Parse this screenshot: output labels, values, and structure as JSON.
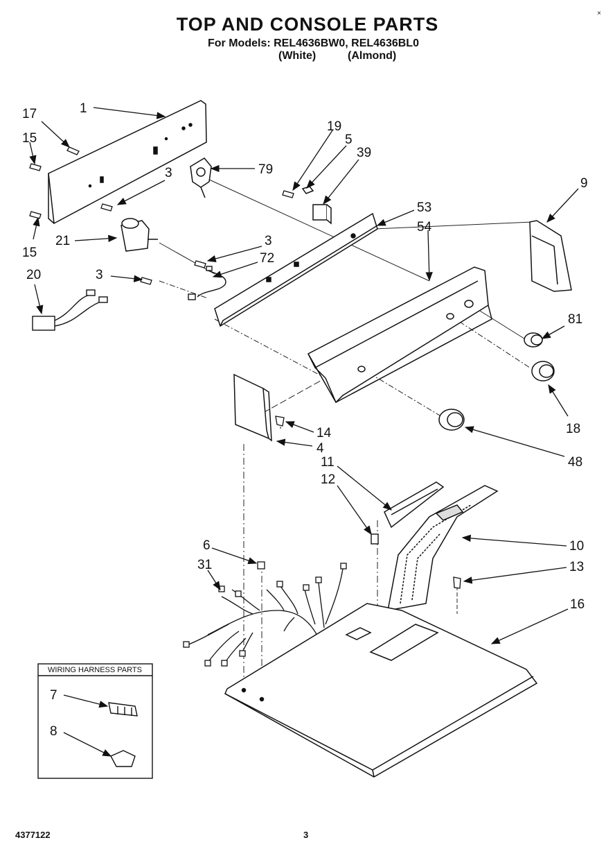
{
  "header": {
    "title": "TOP AND CONSOLE PARTS",
    "models_line": "For Models: REL4636BW0, REL4636BL0",
    "color_white": "(White)",
    "color_almond": "(Almond)",
    "corner_mark": "×"
  },
  "callouts": [
    "1",
    "17",
    "15",
    "3",
    "79",
    "19",
    "5",
    "39",
    "9",
    "53",
    "54",
    "21",
    "15",
    "3",
    "72",
    "20",
    "3",
    "81",
    "18",
    "48",
    "14",
    "4",
    "11",
    "12",
    "10",
    "13",
    "6",
    "31",
    "16",
    "7",
    "8"
  ],
  "inset": {
    "title": "WIRING HARNESS PARTS"
  },
  "footer": {
    "doc_number": "4377122",
    "page": "3"
  }
}
